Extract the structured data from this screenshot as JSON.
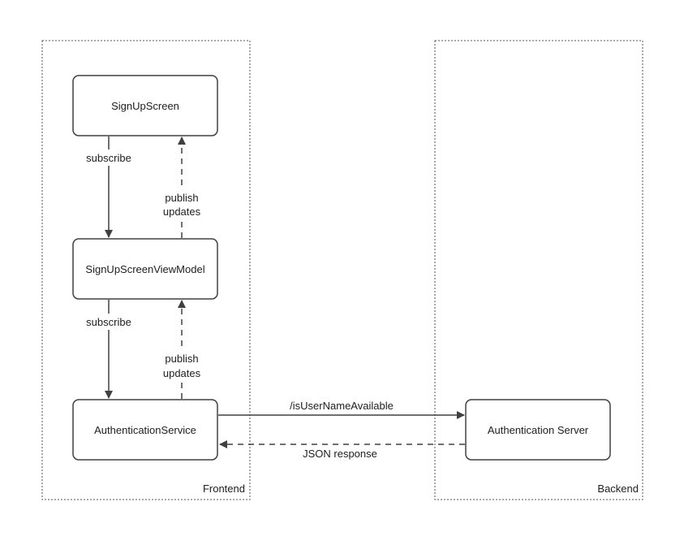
{
  "regions": {
    "frontend": "Frontend",
    "backend": "Backend"
  },
  "nodes": {
    "sign_up_screen": "SignUpScreen",
    "sign_up_screen_view_model": "SignUpScreenViewModel",
    "authentication_service": "AuthenticationService",
    "authentication_server": "Authentication Server"
  },
  "edges": {
    "subscribe_1": "subscribe",
    "publish_1_line1": "publish",
    "publish_1_line2": "updates",
    "subscribe_2": "subscribe",
    "publish_2_line1": "publish",
    "publish_2_line2": "updates",
    "request": "/isUserNameAvailable",
    "response": "JSON response"
  },
  "colors": {
    "stroke": "#404040",
    "region_border": "#555555",
    "text": "#202020"
  }
}
